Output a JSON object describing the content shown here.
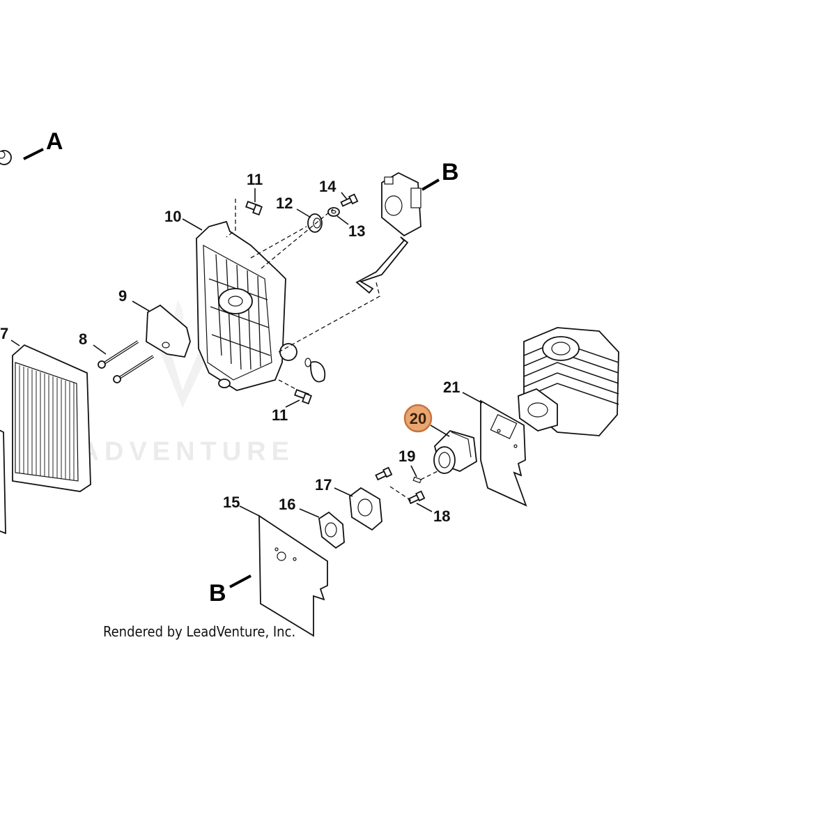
{
  "diagram": {
    "callouts": {
      "p7": "7",
      "p8": "8",
      "p9": "9",
      "p10": "10",
      "p11a": "11",
      "p11b": "11",
      "p12": "12",
      "p13": "13",
      "p14": "14",
      "p15": "15",
      "p16": "16",
      "p17": "17",
      "p18": "18",
      "p19": "19",
      "p20": "20",
      "p21": "21"
    },
    "references": {
      "a": "A",
      "b_top": "B",
      "b_bottom": "B"
    },
    "highlighted_part": "20",
    "highlight_color": "#e8a672",
    "watermark_text": "LEADVENTURE",
    "credit": "Rendered by LeadVenture, Inc."
  }
}
